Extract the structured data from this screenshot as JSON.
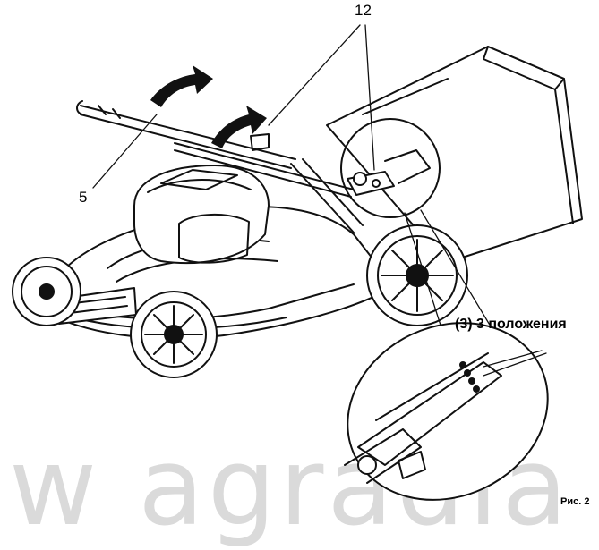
{
  "callouts": {
    "handle_part": "5",
    "adjust_part": "12"
  },
  "positions_label": "(3) 3 положения",
  "figure_label": "Рис. 2",
  "watermark": "w agradia"
}
